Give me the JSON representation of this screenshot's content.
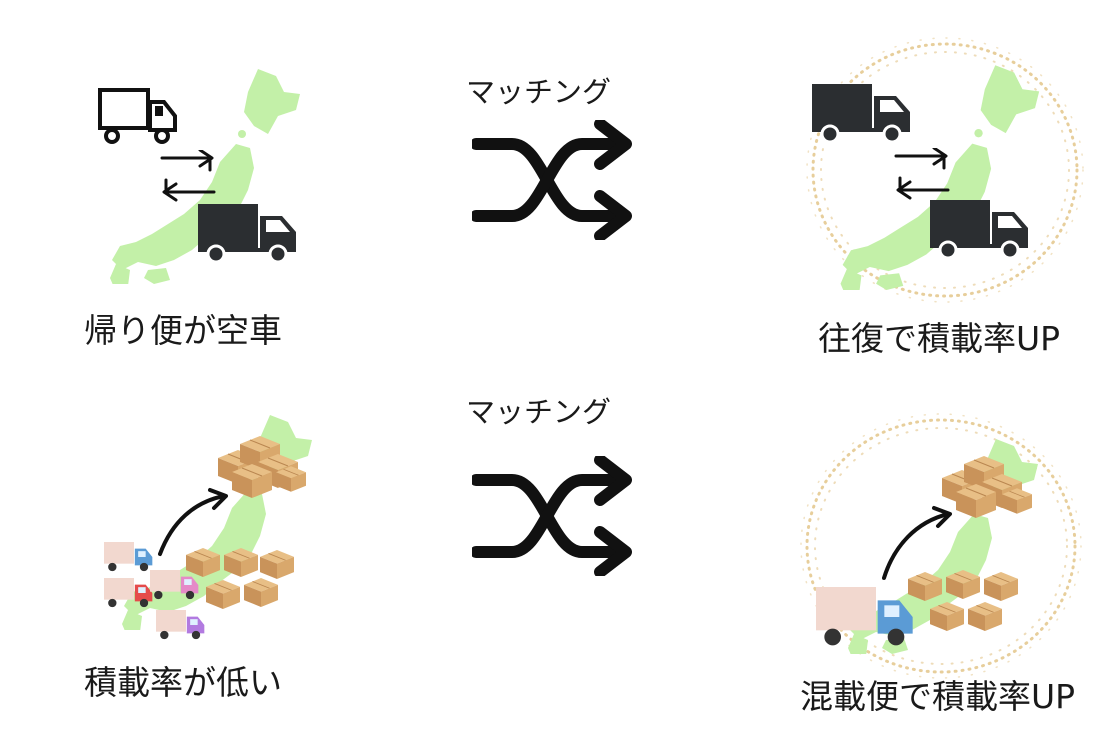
{
  "row1": {
    "left_caption": "帰り便が空車",
    "match_label": "マッチング",
    "right_caption": "往復で積載率UP"
  },
  "row2": {
    "left_caption": "積載率が低い",
    "match_label": "マッチング",
    "right_caption": "混載便で積載率UP"
  },
  "colors": {
    "map_green": "#c3f0a8",
    "truck_dark": "#2b2e31",
    "box_tan": "#d9a86c",
    "glitter_gold": "#e3c58a",
    "truck_blue": "#5b9bd5",
    "truck_pink": "#e58ac8",
    "truck_red": "#e54b4b",
    "truck_purple": "#b27ae0"
  }
}
